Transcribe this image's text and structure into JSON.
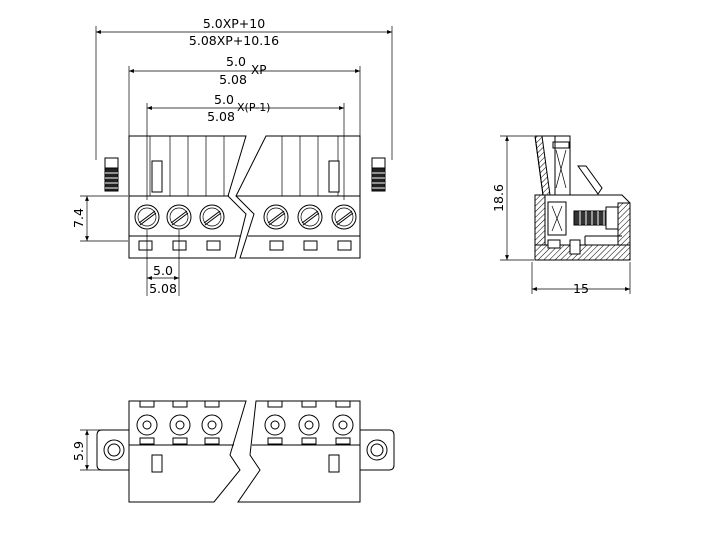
{
  "dimensions": {
    "total_width_line1": "5.0XP+10",
    "total_width_line2": "5.08XP+10.16",
    "pitch_span_top": "5.0",
    "pitch_span_bottom": "5.08",
    "pitch_span_suffix": "XP",
    "inner_span_top": "5.0",
    "inner_span_bottom": "5.08",
    "inner_span_suffix": "X(P-1)",
    "pitch_top": "5.0",
    "pitch_bottom": "5.08",
    "front_height": "7.4",
    "side_height": "18.6",
    "side_depth": "15",
    "bottom_height": "5.9"
  }
}
